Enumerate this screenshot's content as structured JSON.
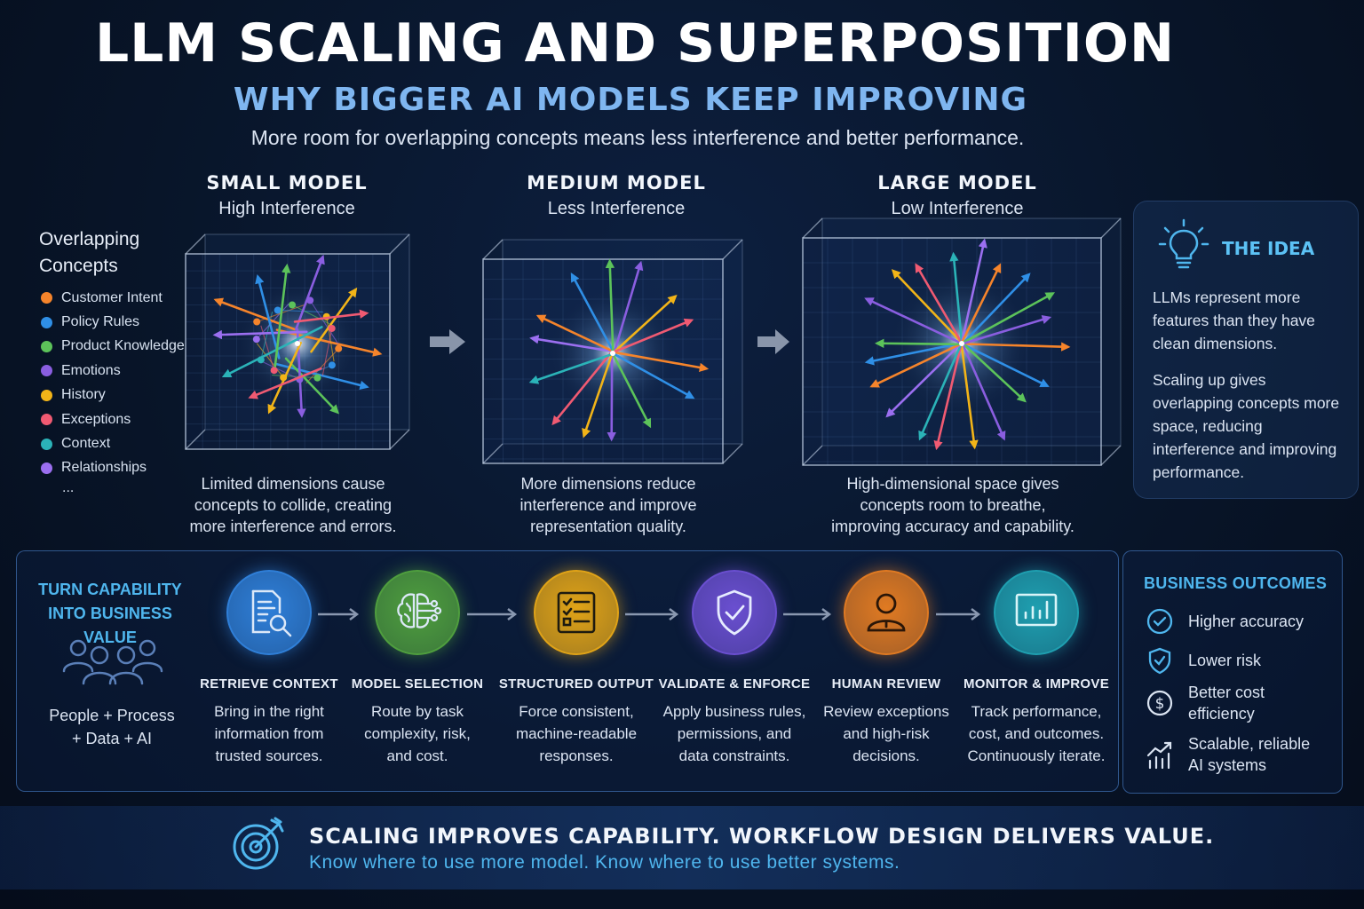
{
  "header": {
    "title": "LLM SCALING AND SUPERPOSITION",
    "subtitle": "WHY BIGGER AI MODELS KEEP IMPROVING",
    "tagline": "More room for overlapping concepts means less interference and better performance."
  },
  "legend": {
    "title_line1": "Overlapping",
    "title_line2": "Concepts",
    "items": [
      {
        "label": "Customer Intent",
        "color": "#f5842b"
      },
      {
        "label": "Policy Rules",
        "color": "#2f8fe6"
      },
      {
        "label": "Product Knowledge",
        "color": "#5cc35a"
      },
      {
        "label": "Emotions",
        "color": "#8a5ee0"
      },
      {
        "label": "History",
        "color": "#f2b418"
      },
      {
        "label": "Exceptions",
        "color": "#f05a72"
      },
      {
        "label": "Context",
        "color": "#2bb3b8"
      },
      {
        "label": "Relationships",
        "color": "#9b6ff0"
      }
    ],
    "more": "..."
  },
  "models": [
    {
      "name": "SMALL MODEL",
      "sub": "High Interference",
      "desc": [
        "Limited dimensions cause",
        "concepts to collide, creating",
        "more interference and errors."
      ]
    },
    {
      "name": "MEDIUM MODEL",
      "sub": "Less Interference",
      "desc": [
        "More dimensions reduce",
        "interference and improve",
        "representation quality."
      ]
    },
    {
      "name": "LARGE MODEL",
      "sub": "Low Interference",
      "desc": [
        "High-dimensional space gives",
        "concepts room to breathe,",
        "improving accuracy and capability."
      ]
    }
  ],
  "idea": {
    "title": "THE IDEA",
    "p1": "LLMs represent more features than they have clean dimensions.",
    "p2": "Scaling up gives overlapping concepts more space, reducing interference and improving performance."
  },
  "workflow": {
    "title_line1": "TURN CAPABILITY",
    "title_line2": "INTO BUSINESS VALUE",
    "people_line1": "People + Process",
    "people_line2": "+ Data + AI",
    "steps": [
      {
        "title": "RETRIEVE CONTEXT",
        "desc": [
          "Bring in the right",
          "information from",
          "trusted sources."
        ],
        "color": "#2f7fd8"
      },
      {
        "title": "MODEL SELECTION",
        "desc": [
          "Route by task",
          "complexity, risk,",
          "and cost."
        ],
        "color": "#4f9e3e"
      },
      {
        "title": "STRUCTURED OUTPUT",
        "desc": [
          "Force consistent,",
          "machine-readable",
          "responses."
        ],
        "color": "#e0a317"
      },
      {
        "title": "VALIDATE & ENFORCE",
        "desc": [
          "Apply business rules,",
          "permissions, and",
          "data constraints."
        ],
        "color": "#6a4fd0"
      },
      {
        "title": "HUMAN REVIEW",
        "desc": [
          "Review exceptions",
          "and high-risk",
          "decisions."
        ],
        "color": "#e07a22"
      },
      {
        "title": "MONITOR & IMPROVE",
        "desc": [
          "Track performance,",
          "cost, and outcomes.",
          "Continuously iterate."
        ],
        "color": "#1f9fb0"
      }
    ]
  },
  "outcomes": {
    "title": "BUSINESS OUTCOMES",
    "items": [
      {
        "line1": "Higher accuracy",
        "line2": ""
      },
      {
        "line1": "Lower risk",
        "line2": ""
      },
      {
        "line1": "Better cost",
        "line2": "efficiency"
      },
      {
        "line1": "Scalable, reliable",
        "line2": "AI systems"
      }
    ]
  },
  "footer": {
    "main": "SCALING IMPROVES CAPABILITY. WORKFLOW DESIGN DELIVERS VALUE.",
    "sub": "Know where to use more model. Know where to use better systems."
  }
}
